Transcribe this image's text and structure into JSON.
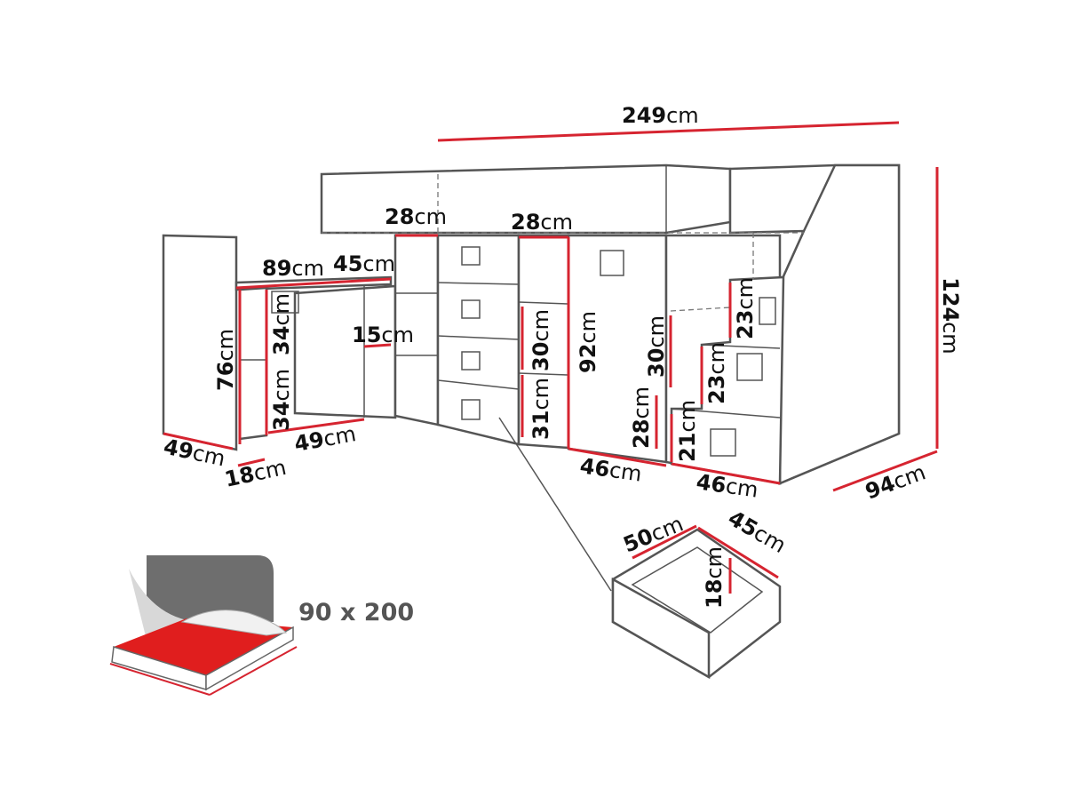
{
  "diagram": {
    "title": "Bunk bed with desk, shelves, drawers and stairs – dimensions",
    "unit": "cm",
    "dimensions": {
      "total_width": "249",
      "top_shelf_1": "28",
      "top_shelf_2": "28",
      "desk_width": "89",
      "desk_depth": "45",
      "desk_gap": "15",
      "side_panel_height": "76",
      "desk_shelf_upper": "34",
      "desk_shelf_lower": "34",
      "side_panel_depth": "49",
      "desk_shelf_depth": "18",
      "desk_base": "49",
      "shelf_upper": "30",
      "shelf_lower": "31",
      "wardrobe_height": "92",
      "stair_gap_height": "30",
      "stair_base_height": "28",
      "step_1": "21",
      "step_2": "23",
      "step_3": "23",
      "total_height": "124",
      "wardrobe_depth": "46",
      "stairs_depth": "46",
      "total_depth": "94",
      "drawer_width": "50",
      "drawer_depth": "45",
      "drawer_height": "18"
    },
    "mattress_size": "90 x 200",
    "colors": {
      "accent": "#d62430",
      "outline": "#555555",
      "mattress_top": "#e01e1e",
      "headboard": "#6e6e6e"
    }
  }
}
